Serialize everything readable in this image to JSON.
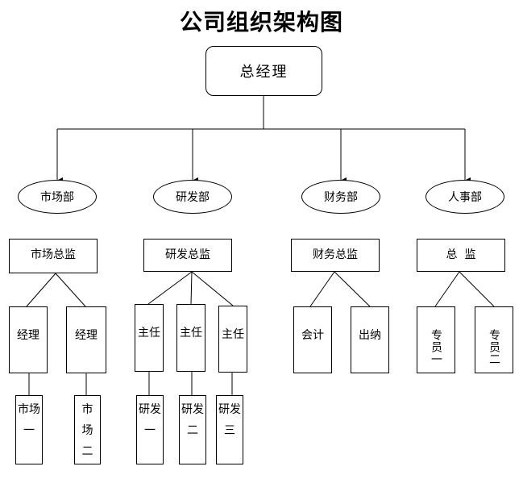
{
  "title": "公司组织架构图",
  "general_manager": "总经理",
  "departments": [
    {
      "name": "市场部",
      "director": "市场总监"
    },
    {
      "name": "研发部",
      "director": "研发总监"
    },
    {
      "name": "财务部",
      "director": "财务总监"
    },
    {
      "name": "人事部",
      "director": "总  监"
    }
  ],
  "market": {
    "managers": [
      "经理",
      "经理"
    ],
    "teams": [
      "市场一",
      "市场二"
    ]
  },
  "rnd": {
    "leads": [
      "主任",
      "主任",
      "主任"
    ],
    "teams": [
      "研发一",
      "研发二",
      "研发三"
    ]
  },
  "finance": {
    "staff": [
      "会计",
      "出纳"
    ]
  },
  "hr": {
    "staff": [
      "专员一",
      "专员二"
    ]
  },
  "colors": {
    "line": "#000000",
    "fill": "#ffffff"
  }
}
